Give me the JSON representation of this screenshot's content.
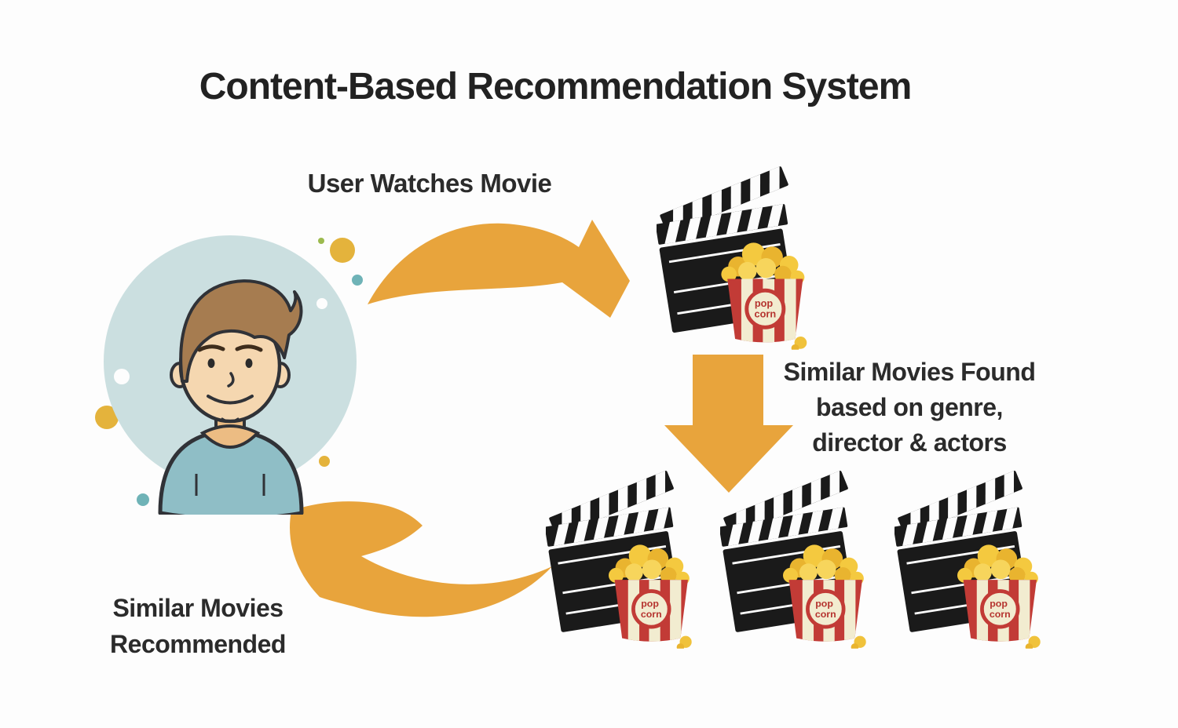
{
  "title": "Content-Based Recommendation System",
  "labels": {
    "watch": "User Watches Movie",
    "found": [
      "Similar Movies Found",
      "based on genre,",
      "director & actors"
    ],
    "recommended": [
      "Similar Movies",
      "Recommended"
    ]
  },
  "movie_icon": {
    "badge": [
      "pop",
      "corn"
    ]
  },
  "colors": {
    "background": "#FDFDFD",
    "text": "#2B2B2B",
    "arrow_orange": "#E8A43C",
    "clapperboard_black": "#1A1A1A",
    "bucket_red": "#C23B36",
    "bucket_cream": "#F2ECD0",
    "popcorn_gold": "#F2C43F",
    "avatar_circle_teal": "#CBDFE0",
    "shirt_teal": "#8FBEC6",
    "hair_brown": "#A67C50",
    "skin": "#F5D7B0",
    "dot_yellow": "#E4B33C",
    "dot_teal": "#6FB3B7",
    "dot_green": "#9CBA4E"
  }
}
